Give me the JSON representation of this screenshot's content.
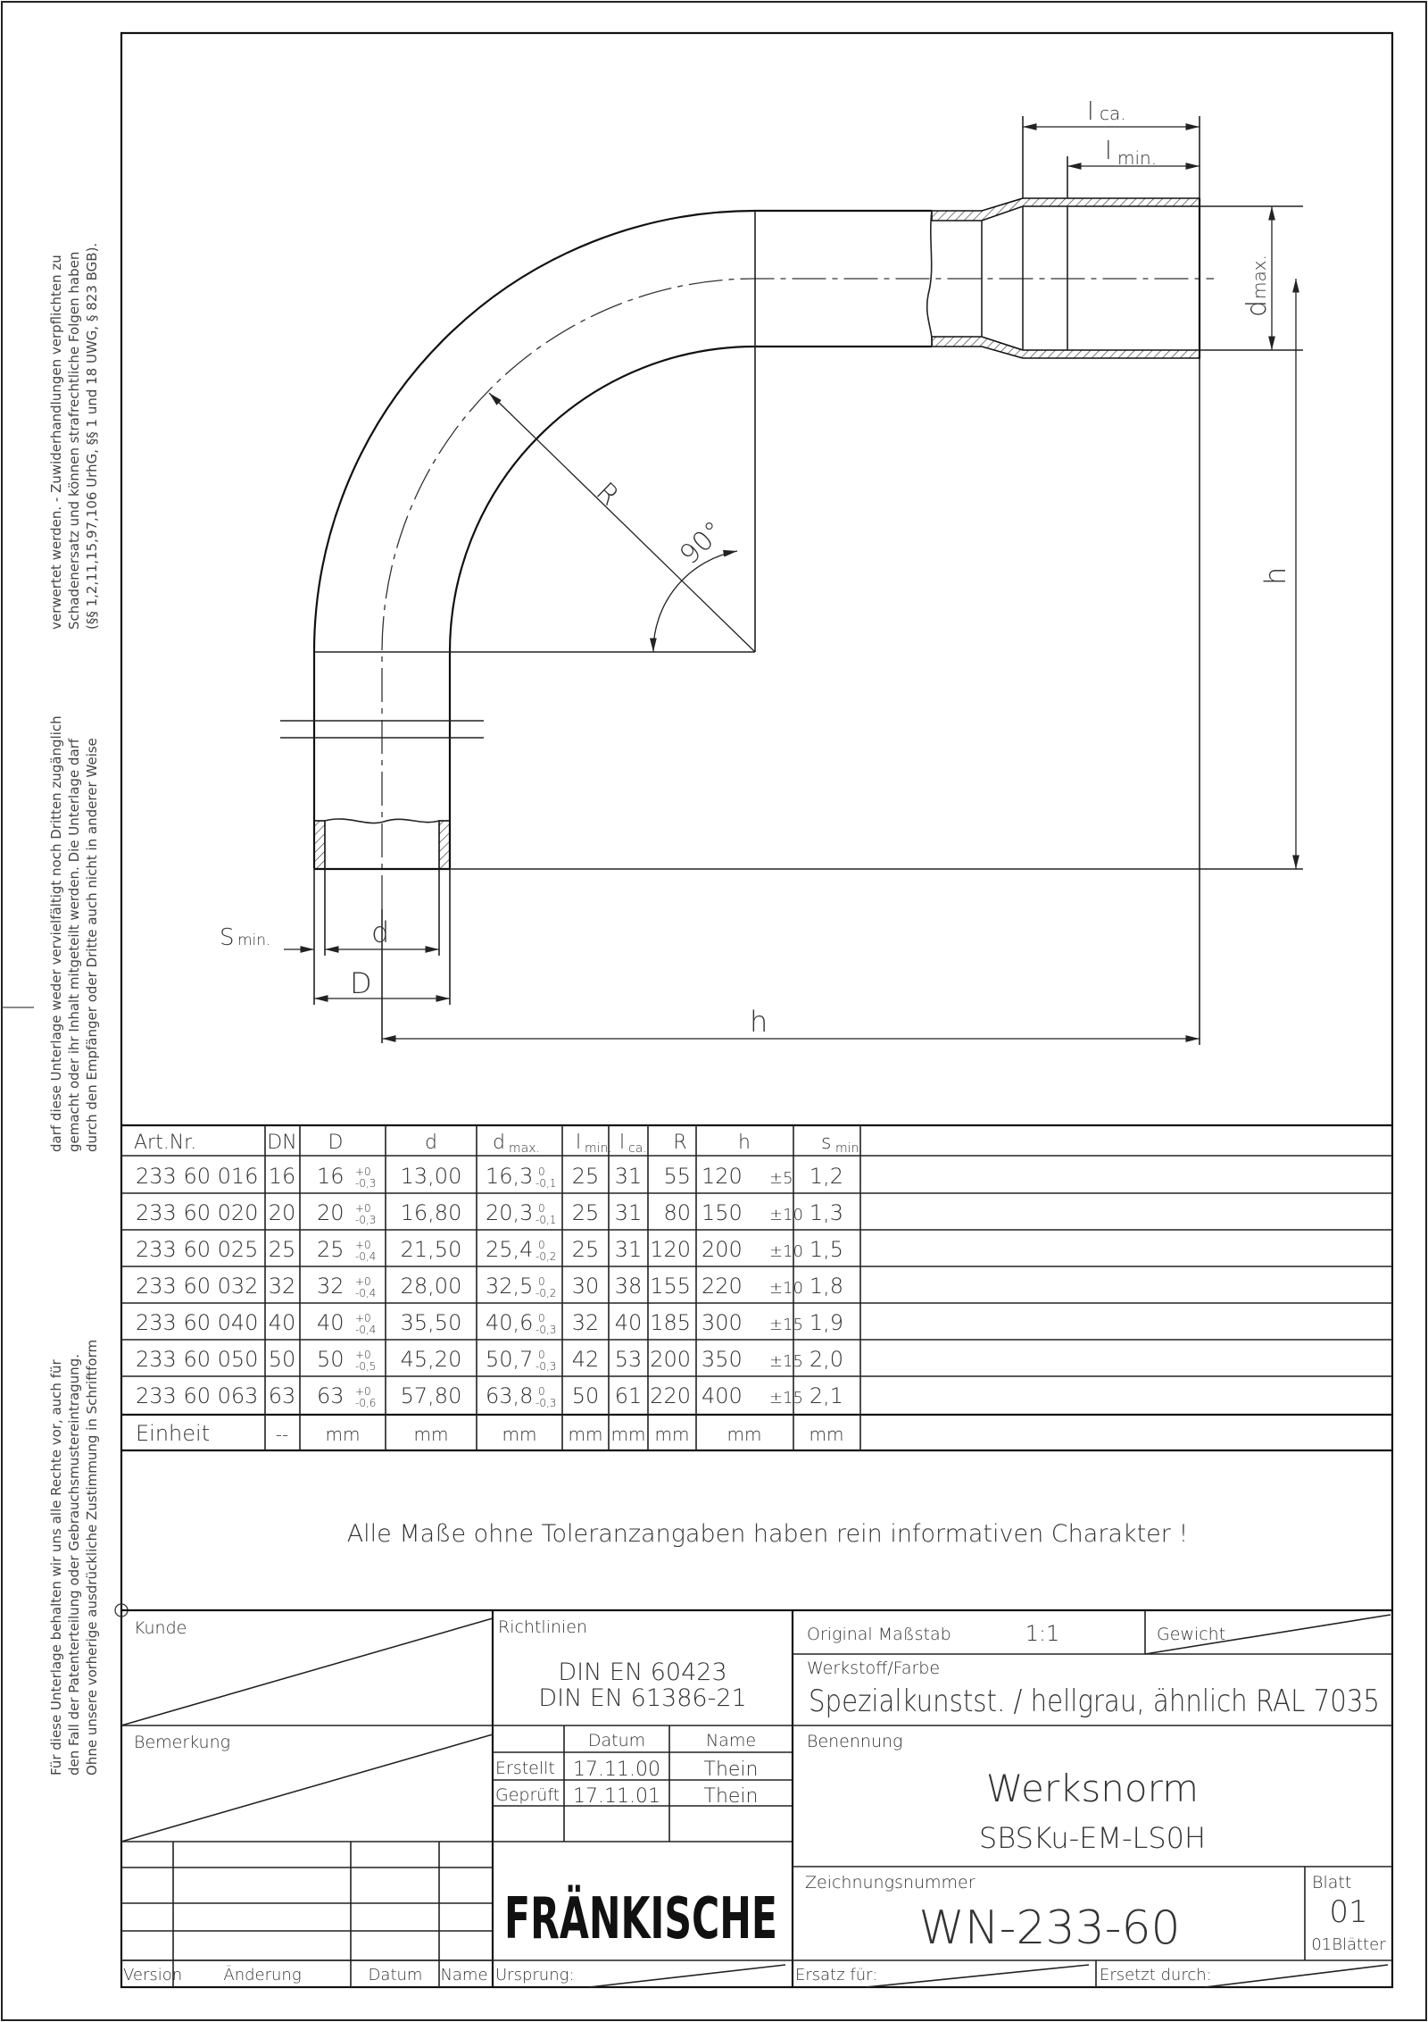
{
  "side_notes": {
    "top": [
      "verwertet werden. - Zuwiderhandlungen verpflichten zu",
      "Schadenersatz und können strafrechtliche Folgen haben",
      "(§§ 1,2,11,15,97,106 UrhG, §§ 1 und 18 UWG, § 823 BGB)."
    ],
    "middle": [
      "darf diese Unterlage weder vervielfältigt noch Dritten zugänglich",
      "gemacht oder ihr Inhalt mitgeteilt werden. Die Unterlage darf",
      "durch den Empfänger oder Dritte auch nicht in anderer Weise"
    ],
    "bottom": [
      "Für diese Unterlage behalten wir uns alle Rechte vor, auch für",
      "den Fall der Patenterteilung oder Gebrauchsmustereintragung.",
      "Ohne unsere vorherige ausdrückliche Zustimmung in Schriftform"
    ]
  },
  "drawing_labels": {
    "l_ca": "l",
    "l_ca_sub": "ca.",
    "l_min": "l",
    "l_min_sub": "min.",
    "d_max": "d",
    "d_max_sub": "max.",
    "R": "R",
    "angle": "90°",
    "h_vertical": "h",
    "h_horizontal": "h",
    "s_min": "S",
    "s_min_sub": "min.",
    "d": "d",
    "D": "D"
  },
  "table": {
    "headers": [
      "Art.Nr.",
      "DN",
      "D",
      "d",
      "d",
      "l",
      "l",
      "R",
      "h",
      "s"
    ],
    "header_subs": [
      "",
      "",
      "",
      "",
      "max.",
      "min.",
      "ca.",
      "",
      "",
      "min."
    ],
    "rows": [
      {
        "art": "233 60 016",
        "dn": "16",
        "D": "16",
        "D_tol_up": "+0",
        "D_tol_low": "-0,3",
        "d": "13,00",
        "dmax": "16,3",
        "dmax_tol_up": "0",
        "dmax_tol_low": "-0,1",
        "lmin": "25",
        "lca": "31",
        "R": "55",
        "h": "120",
        "h_tol": "±5",
        "smin": "1,2"
      },
      {
        "art": "233 60 020",
        "dn": "20",
        "D": "20",
        "D_tol_up": "+0",
        "D_tol_low": "-0,3",
        "d": "16,80",
        "dmax": "20,3",
        "dmax_tol_up": "0",
        "dmax_tol_low": "-0,1",
        "lmin": "25",
        "lca": "31",
        "R": "80",
        "h": "150",
        "h_tol": "±10",
        "smin": "1,3"
      },
      {
        "art": "233 60 025",
        "dn": "25",
        "D": "25",
        "D_tol_up": "+0",
        "D_tol_low": "-0,4",
        "d": "21,50",
        "dmax": "25,4",
        "dmax_tol_up": "0",
        "dmax_tol_low": "-0,2",
        "lmin": "25",
        "lca": "31",
        "R": "120",
        "h": "200",
        "h_tol": "±10",
        "smin": "1,5"
      },
      {
        "art": "233 60 032",
        "dn": "32",
        "D": "32",
        "D_tol_up": "+0",
        "D_tol_low": "-0,4",
        "d": "28,00",
        "dmax": "32,5",
        "dmax_tol_up": "0",
        "dmax_tol_low": "-0,2",
        "lmin": "30",
        "lca": "38",
        "R": "155",
        "h": "220",
        "h_tol": "±10",
        "smin": "1,8"
      },
      {
        "art": "233 60 040",
        "dn": "40",
        "D": "40",
        "D_tol_up": "+0",
        "D_tol_low": "-0,4",
        "d": "35,50",
        "dmax": "40,6",
        "dmax_tol_up": "0",
        "dmax_tol_low": "-0,3",
        "lmin": "32",
        "lca": "40",
        "R": "185",
        "h": "300",
        "h_tol": "±15",
        "smin": "1,9"
      },
      {
        "art": "233 60 050",
        "dn": "50",
        "D": "50",
        "D_tol_up": "+0",
        "D_tol_low": "-0,5",
        "d": "45,20",
        "dmax": "50,7",
        "dmax_tol_up": "0",
        "dmax_tol_low": "-0,3",
        "lmin": "42",
        "lca": "53",
        "R": "200",
        "h": "350",
        "h_tol": "±15",
        "smin": "2,0"
      },
      {
        "art": "233 60 063",
        "dn": "63",
        "D": "63",
        "D_tol_up": "+0",
        "D_tol_low": "-0,6",
        "d": "57,80",
        "dmax": "63,8",
        "dmax_tol_up": "0",
        "dmax_tol_low": "-0,3",
        "lmin": "50",
        "lca": "61",
        "R": "220",
        "h": "400",
        "h_tol": "±15",
        "smin": "2,1"
      }
    ],
    "units": [
      "Einheit",
      "--",
      "mm",
      "mm",
      "mm",
      "mm",
      "mm",
      "mm",
      "mm",
      "mm"
    ]
  },
  "note": "Alle Maße ohne Toleranzangaben haben rein informativen Charakter !",
  "title_block": {
    "kunde_label": "Kunde",
    "bemerkung_label": "Bemerkung",
    "richtlinien_label": "Richtlinien",
    "richtlinien": [
      "DIN EN 60423",
      "DIN EN 61386-21"
    ],
    "datum_label": "Datum",
    "name_label": "Name",
    "erstellt_label": "Erstellt",
    "erstellt_datum": "17.11.00",
    "erstellt_name": "Thein",
    "geprueft_label": "Geprüft",
    "geprueft_datum": "17.11.01",
    "geprueft_name": "Thein",
    "massstab_label": "Original Maßstab",
    "massstab": "1:1",
    "gewicht_label": "Gewicht",
    "werkstoff_label": "Werkstoff/Farbe",
    "werkstoff": "Spezialkunstst. / hellgrau, ähnlich RAL 7035",
    "benennung_label": "Benennung",
    "benennung_1": "Werksnorm",
    "benennung_2": "SBSKu-EM-LS0H",
    "logo": "FRÄNKISCHE",
    "zeichnungsnr_label": "Zeichnungsnummer",
    "zeichnungsnr": "WN-233-60",
    "blatt_label": "Blatt",
    "blatt": "01",
    "blaetter": "01Blätter",
    "version_label": "Version",
    "aenderung_label": "Änderung",
    "datum2_label": "Datum",
    "name2_label": "Name",
    "ursprung_label": "Ursprung:",
    "ersatz_label": "Ersatz für:",
    "ersetzt_label": "Ersetzt durch:"
  },
  "colors": {
    "line": "#222222",
    "hatch": "#444444",
    "text": "#333333"
  }
}
